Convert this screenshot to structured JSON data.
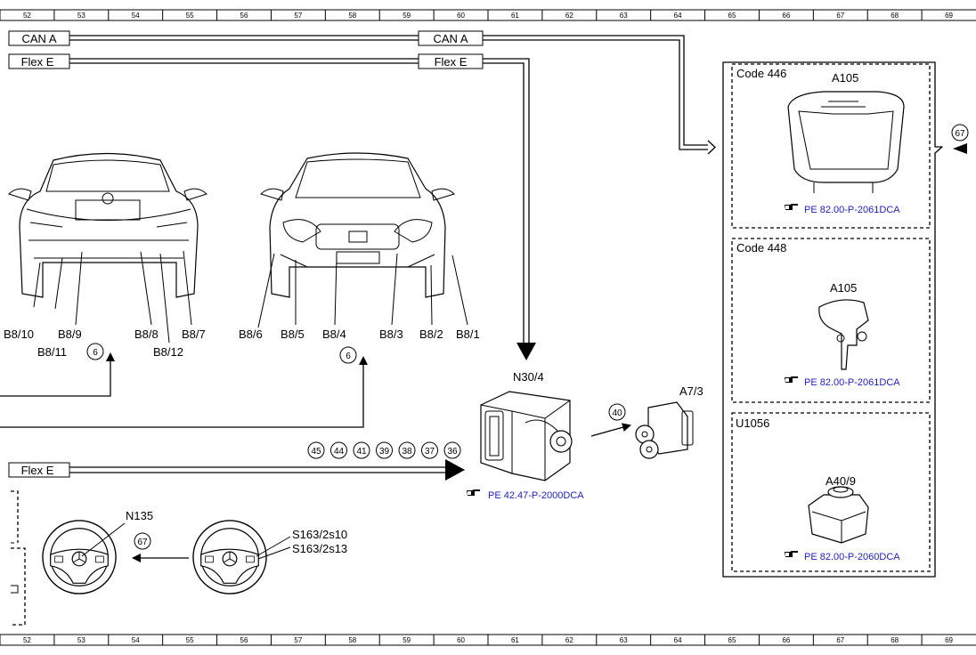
{
  "ruler": [
    "52",
    "53",
    "54",
    "55",
    "56",
    "57",
    "58",
    "59",
    "60",
    "61",
    "62",
    "63",
    "64",
    "65",
    "66",
    "67",
    "68",
    "69"
  ],
  "buses": {
    "can_a_left": "CAN A",
    "flex_e_left": "Flex E",
    "can_a_mid": "CAN A",
    "flex_e_mid": "Flex E",
    "flex_e_lower": "Flex E"
  },
  "rear_car": {
    "sensors": [
      "B8/10",
      "B8/9",
      "B8/11",
      "B8/8",
      "B8/12",
      "B8/7"
    ],
    "ref_circle": "6"
  },
  "front_car": {
    "sensors": [
      "B8/6",
      "B8/5",
      "B8/4",
      "B8/3",
      "B8/2",
      "B8/1"
    ],
    "ref_circle": "6"
  },
  "module": {
    "name": "N30/4",
    "ref": "PE 42.47-P-2000DCA",
    "circles": [
      "45",
      "44",
      "41",
      "39",
      "38",
      "37",
      "36"
    ]
  },
  "a7_3": {
    "name": "A7/3",
    "circle": "40"
  },
  "options": [
    {
      "code": "Code 446",
      "component": "A105",
      "ref": "PE 82.00-P-2061DCA"
    },
    {
      "code": "Code 448",
      "component": "A105",
      "ref": "PE 82.00-P-2061DCA"
    },
    {
      "code": "U1056",
      "component": "A40/9",
      "ref": "PE 82.00-P-2060DCA"
    }
  ],
  "right_circle": "67",
  "steering": {
    "n135": "N135",
    "circle": "67",
    "switch_a": "S163/2s10",
    "switch_b": "S163/2s13"
  },
  "colors": {
    "reference_text": "#1d1dc8",
    "line": "#000000"
  },
  "icons": {
    "reference": "pointing-hand-icon"
  }
}
